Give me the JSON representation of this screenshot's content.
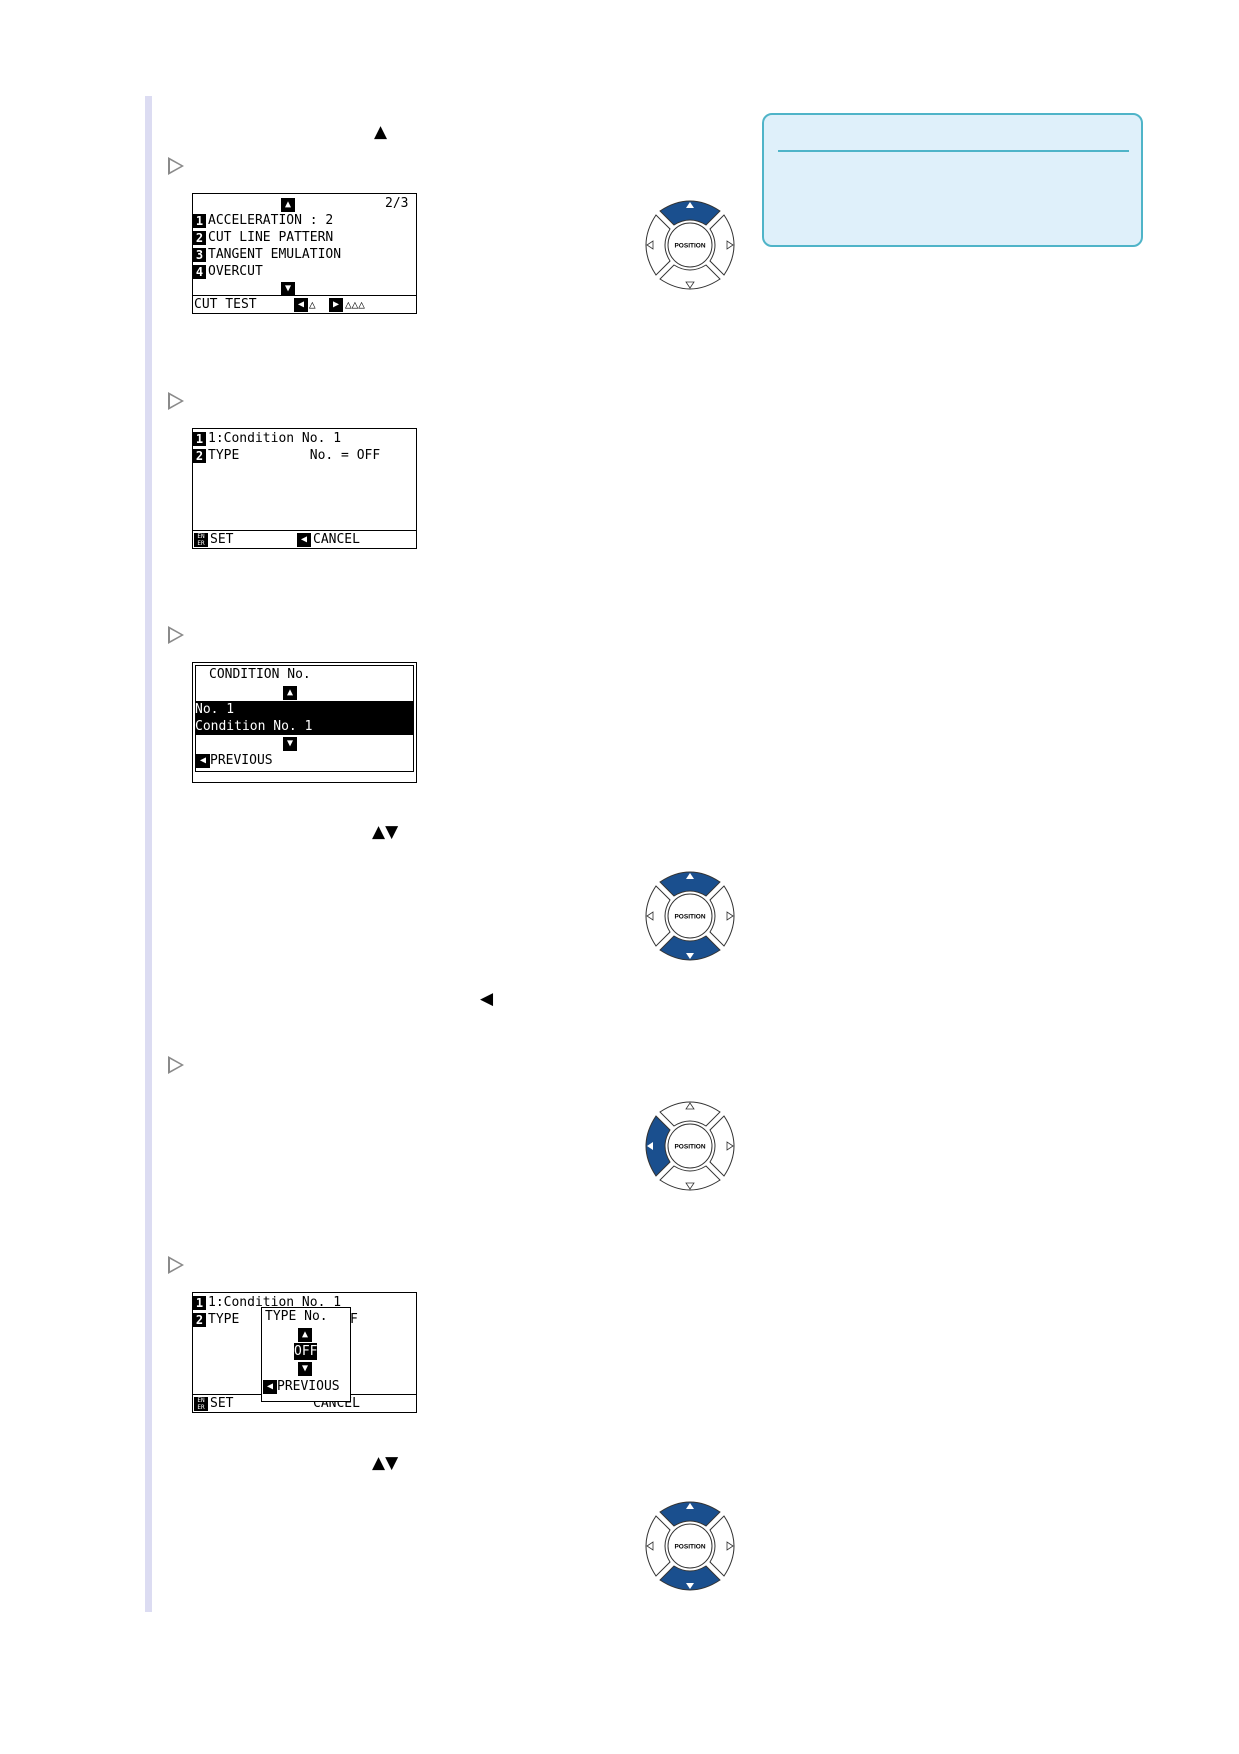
{
  "instructions": {
    "step1_keys": "▲",
    "step4_keys": "▲▼",
    "step5_keys": "◀",
    "step6_keys": "▲▼"
  },
  "pad_label": "POSITION",
  "note": {},
  "screen1": {
    "up": "▲",
    "page": "2/3",
    "items": [
      {
        "num": "1",
        "text": "ACCELERATION : 2"
      },
      {
        "num": "2",
        "text": "CUT LINE PATTERN"
      },
      {
        "num": "3",
        "text": "TANGENT EMULATION"
      },
      {
        "num": "4",
        "text": "OVERCUT"
      }
    ],
    "down": "▼",
    "footer_left": "CUT TEST",
    "footer_left_key": "◀",
    "footer_tri1": "△",
    "footer_right_key": "▶",
    "footer_tri2": "△△△"
  },
  "screen2": {
    "items": [
      {
        "num": "1",
        "text": "1:Condition No. 1"
      },
      {
        "num": "2",
        "text": "TYPE         No. = OFF"
      }
    ],
    "enter_icon": "EN\nER",
    "set_label": "SET",
    "cancel_key": "◀",
    "cancel_label": "CANCEL"
  },
  "screen3": {
    "title": "CONDITION No.",
    "up": "▲",
    "row1": "No. 1",
    "row2": "Condition No. 1",
    "down": "▼",
    "prev_key": "◀",
    "prev_label": "PREVIOUS"
  },
  "screen4": {
    "items": [
      {
        "num": "1",
        "text": "1:Condition No. 1"
      },
      {
        "num": "2",
        "text": "TYPE"
      }
    ],
    "behind_f": "F",
    "popup_title": "TYPE No.",
    "popup_up": "▲",
    "popup_value": "OFF",
    "popup_down": "▼",
    "popup_prev_key": "◀",
    "popup_prev": "PREVIOUS",
    "set_label": "SET",
    "cancel_label": "CANCEL"
  },
  "colors": {
    "pad_active": "#1a4f8e",
    "note_border": "#4fb4c8",
    "note_fill": "#dff0fa",
    "sidebar": "#dcdcf2"
  }
}
